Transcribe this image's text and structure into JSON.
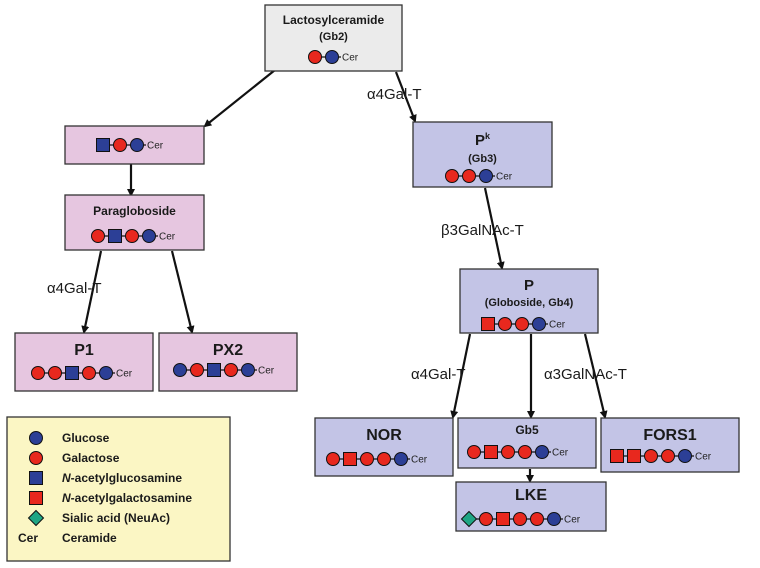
{
  "colors": {
    "glucose": "#2c3f96",
    "galactose": "#e8281e",
    "glcnac": "#2c3f96",
    "galnac": "#e8281e",
    "neuac": "#1fa584",
    "box_gray": "#ebebeb",
    "box_pink": "#e6c6e0",
    "box_blue": "#c3c4e6",
    "legend_bg": "#fbf6c4"
  },
  "nodes": {
    "gb2": {
      "title": "Lactosylceramide",
      "subtitle": "(Gb2)",
      "chain": [
        "gal",
        "glc"
      ],
      "cer": "Cer"
    },
    "lc3": {
      "title": "",
      "subtitle": "",
      "chain": [
        "glcnac",
        "gal",
        "glc"
      ],
      "cer": "Cer"
    },
    "para": {
      "title": "Paragloboside",
      "subtitle": "",
      "chain": [
        "gal",
        "glcnac",
        "gal",
        "glc"
      ],
      "cer": "Cer"
    },
    "p1": {
      "title": "P1",
      "subtitle": "",
      "chain": [
        "gal",
        "gal",
        "glcnac",
        "gal",
        "glc"
      ],
      "cer": "Cer"
    },
    "px2": {
      "title": "PX2",
      "subtitle": "",
      "chain": [
        "glc",
        "gal",
        "glcnac",
        "gal",
        "glc"
      ],
      "cer": "Cer"
    },
    "pk": {
      "title": "P",
      "title_sup": "k",
      "subtitle": "(Gb3)",
      "chain": [
        "gal",
        "gal",
        "glc"
      ],
      "cer": "Cer"
    },
    "p": {
      "title": "P",
      "subtitle": "(Globoside, Gb4)",
      "chain": [
        "galnac",
        "gal",
        "gal",
        "glc"
      ],
      "cer": "Cer"
    },
    "nor": {
      "title": "NOR",
      "subtitle": "",
      "chain": [
        "gal",
        "galnac",
        "gal",
        "gal",
        "glc"
      ],
      "cer": "Cer"
    },
    "gb5": {
      "title": "Gb5",
      "subtitle": "",
      "chain": [
        "gal",
        "galnac",
        "gal",
        "gal",
        "glc"
      ],
      "cer": "Cer"
    },
    "fors1": {
      "title": "FORS1",
      "subtitle": "",
      "chain": [
        "galnac",
        "galnac",
        "gal",
        "gal",
        "glc"
      ],
      "cer": "Cer"
    },
    "lke": {
      "title": "LKE",
      "subtitle": "",
      "chain": [
        "neuac",
        "gal",
        "galnac",
        "gal",
        "gal",
        "glc"
      ],
      "cer": "Cer"
    }
  },
  "enzymes": {
    "gb2_pk": "α4Gal-T",
    "pk_p": "β3GalNAc-T",
    "para_p1": "α4Gal-T",
    "p_nor": "α4Gal-T",
    "p_fors1": "α3GalNAc-T"
  },
  "legend": [
    {
      "symbol": "glc",
      "label": "Glucose"
    },
    {
      "symbol": "gal",
      "label": "Galactose"
    },
    {
      "symbol": "glcnac",
      "label_italic": "N",
      "label": "-acetylglucosamine"
    },
    {
      "symbol": "galnac",
      "label_italic": "N",
      "label": "-acetylgalactosamine"
    },
    {
      "symbol": "neuac",
      "label": "Sialic acid (NeuAc)"
    },
    {
      "symbol": "cer",
      "symbol_text": "Cer",
      "label": "Ceramide"
    }
  ]
}
